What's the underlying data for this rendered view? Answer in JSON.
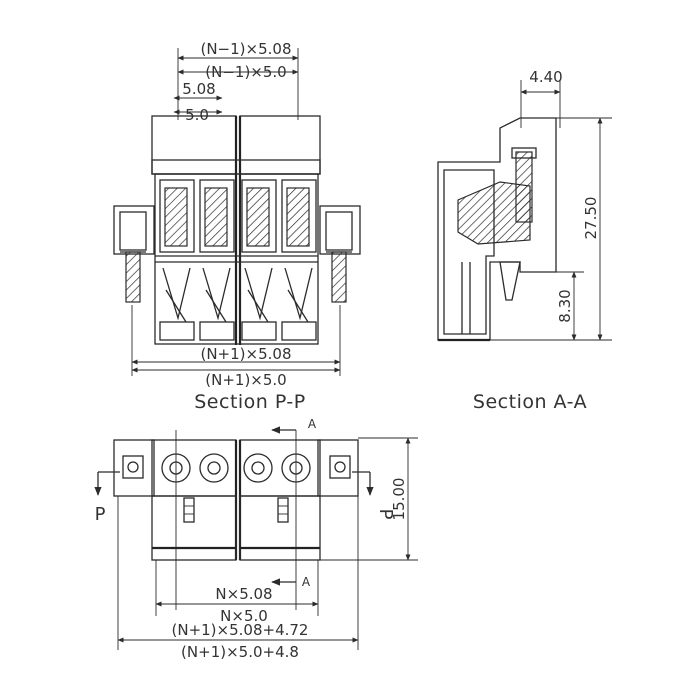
{
  "views": {
    "section_pp": {
      "caption": "Section P-P",
      "dims": {
        "top_508": "(N−1)×5.08",
        "top_50": "(N−1)×5.0",
        "pitch_508": "5.08",
        "pitch_50": "5.0",
        "bottom_508": "(N+1)×5.08",
        "bottom_50": "(N+1)×5.0"
      }
    },
    "section_aa": {
      "caption": "Section A-A",
      "dims": {
        "width": "4.40",
        "height": "27.50",
        "lower": "8.30"
      }
    },
    "top_view": {
      "marks": {
        "cut_left": "P",
        "cut_right": "P",
        "section_top": "A",
        "section_bottom": "A"
      },
      "dims": {
        "depth": "15.00",
        "n_508": "N×5.08",
        "n_50": "N×5.0",
        "overall_508": "(N+1)×5.08+4.72",
        "overall_50": "(N+1)×5.0+4.8"
      }
    }
  },
  "colors": {
    "line": "#2b2b2b",
    "text": "#333333",
    "background": "#ffffff"
  }
}
